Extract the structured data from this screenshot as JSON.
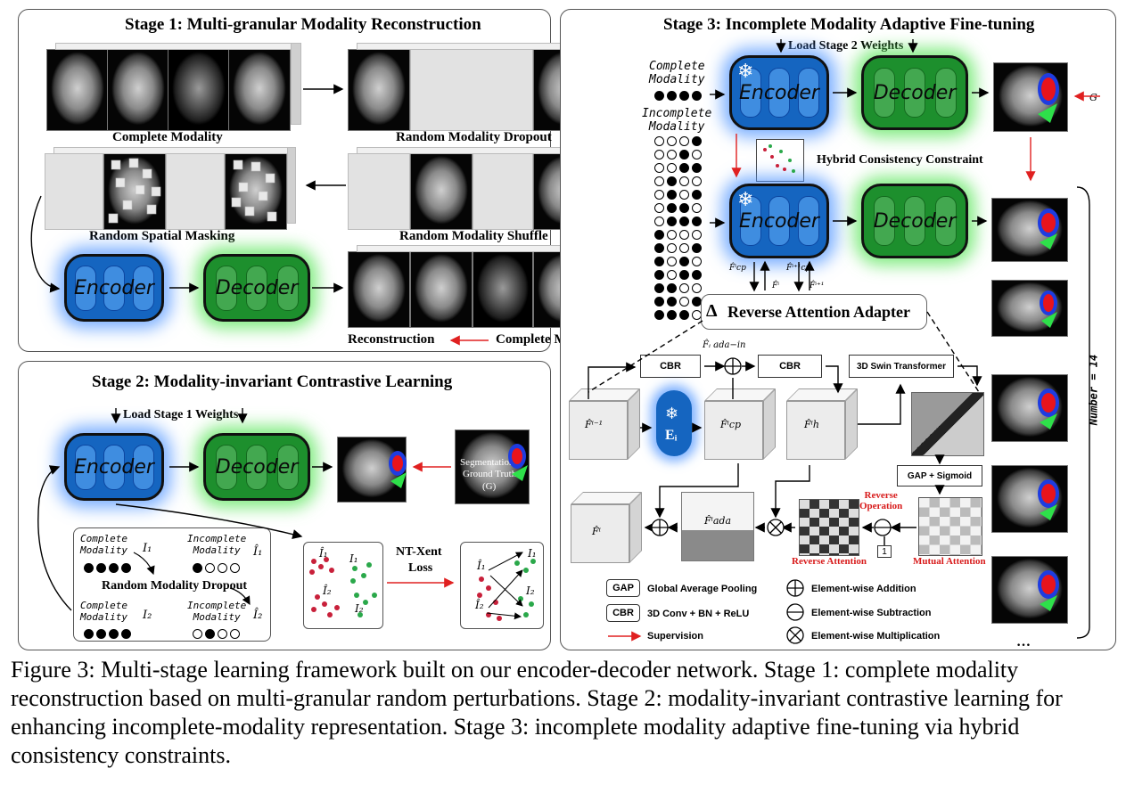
{
  "stage1": {
    "title": "Stage 1:  Multi-granular Modality Reconstruction",
    "complete_modality": "Complete Modality",
    "random_modality_dropout": "Random Modality Dropout",
    "random_spatial_masking": "Random Spatial Masking",
    "random_modality_shuffle": "Random Modality Shuffle",
    "encoder": "Encoder",
    "decoder": "Decoder",
    "reconstruction": "Reconstruction",
    "complete_modality_2": "Complete Modality"
  },
  "stage2": {
    "title": "Stage 2: Modality-invariant Contrastive Learning",
    "load_weights": "Load Stage 1 Weights",
    "encoder": "Encoder",
    "decoder": "Decoder",
    "gt_line1": "Segmentation",
    "gt_line2": "Ground Truth",
    "gt_line3": "(G)",
    "complete_modality_a": "Complete\nModality",
    "incomplete_modality_a": "Incomplete\nModality",
    "complete_modality_b": "Complete\nModality",
    "incomplete_modality_b": "Incomplete\nModality",
    "i1": "I₁",
    "i1_hat": "Î₁",
    "i2": "I₂",
    "i2_hat": "Î₂",
    "random_modality_dropout": "Random Modality Dropout",
    "ntxent_line1": "NT-Xent",
    "ntxent_line2": "Loss"
  },
  "stage3": {
    "title": "Stage 3:  Incomplete Modality Adaptive Fine-tuning",
    "load_weights": "Load Stage 2 Weights",
    "complete_modality": "Complete\nModality",
    "incomplete_modality": "Incomplete\nModality",
    "encoder": "Encoder",
    "decoder": "Decoder",
    "g_label": "G",
    "hybrid": "Hybrid Consistency Constraint",
    "number": "Number = 14",
    "ellipsis": "…",
    "adapter": "Reverse Attention Adapter",
    "cbr1": "CBR",
    "cbr2": "CBR",
    "swin": "3D Swin Transformer",
    "f_ada_in": "F̂ᵢ ada−in",
    "f_prev": "F̂ⁱ⁻¹",
    "ei": "Eᵢ",
    "f_cp": "F̂ⁱcp",
    "f_h": "F̂ⁱh",
    "f_i": "F̂ⁱ",
    "f_ada": "F̂ⁱada",
    "gap_sigmoid": "GAP + Sigmoid",
    "reverse_operation": "Reverse\nOperation",
    "reverse_attention": "Reverse Attention",
    "mutual_attention": "Mutual Attention",
    "one": "1",
    "f_cp_top": "F̂ⁱcp",
    "f_i_top": "F̂ⁱ",
    "f_cp_top2": "F̂ⁱ⁺¹cp",
    "f_i_top2": "F̂ⁱ⁺¹"
  },
  "legend": {
    "gap_box": "GAP",
    "gap_text": "Global Average Pooling",
    "cbr_box": "CBR",
    "cbr_text": "3D Conv + BN + ReLU",
    "supervision": "Supervision",
    "add": "Element-wise Addition",
    "sub": "Element-wise Subtraction",
    "mul": "Element-wise Multiplication"
  },
  "caption": "Figure 3: Multi-stage learning framework built on our encoder-decoder network. Stage 1: complete modality reconstruction based on multi-granular random perturbations. Stage 2: modality-invariant contrastive learning for enhancing incomplete-modality representation. Stage 3: incomplete modality adaptive fine-tuning via hybrid consistency constraints.",
  "colors": {
    "encoder": "#1565c0",
    "decoder": "#1d8f2d",
    "supervision": "#e02020",
    "tumor_red": "#e8141c",
    "tumor_blue": "#1e3ce0",
    "tumor_green": "#2ee04a"
  },
  "incomplete_patterns": [
    [
      0,
      0,
      0,
      1
    ],
    [
      0,
      0,
      1,
      0
    ],
    [
      0,
      0,
      1,
      1
    ],
    [
      0,
      1,
      0,
      0
    ],
    [
      0,
      1,
      0,
      1
    ],
    [
      0,
      1,
      1,
      0
    ],
    [
      0,
      1,
      1,
      1
    ],
    [
      1,
      0,
      0,
      0
    ],
    [
      1,
      0,
      0,
      1
    ],
    [
      1,
      0,
      1,
      0
    ],
    [
      1,
      0,
      1,
      1
    ],
    [
      1,
      1,
      0,
      0
    ],
    [
      1,
      1,
      0,
      1
    ],
    [
      1,
      1,
      1,
      0
    ]
  ]
}
